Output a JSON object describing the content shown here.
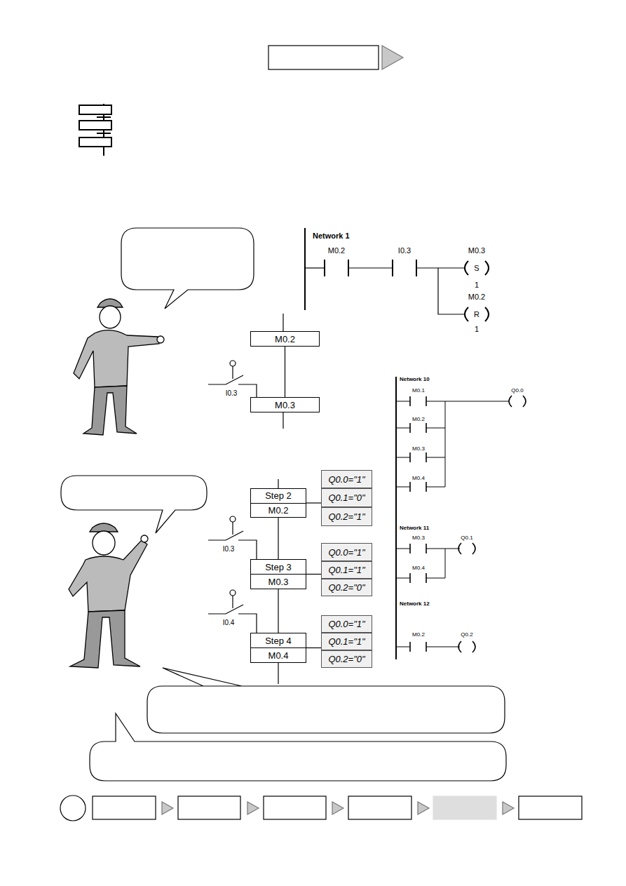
{
  "diagram": {
    "nodes": [
      {
        "text": [
          "M0.2"
        ]
      },
      {
        "text": [
          "M0.3"
        ]
      },
      {
        "text": [
          "Step 2",
          "M0.2"
        ]
      },
      {
        "text": [
          "Q0.0=\"1\""
        ]
      },
      {
        "text": [
          "Q0.1=\"0\""
        ]
      },
      {
        "text": [
          "Q0.2=\"1\""
        ]
      },
      {
        "text": [
          "Step 3",
          "M0.3"
        ]
      },
      {
        "text": [
          "Q0.0=\"1\""
        ]
      },
      {
        "text": [
          "Q0.1=\"1\""
        ]
      },
      {
        "text": [
          "Q0.2=\"0\""
        ]
      },
      {
        "text": [
          "Step 4",
          "M0.4"
        ]
      },
      {
        "text": [
          "Q0.0=\"1\""
        ]
      },
      {
        "text": [
          "Q0.1=\"1\""
        ]
      },
      {
        "text": [
          "Q0.2=\"0\""
        ]
      }
    ],
    "edges": [
      {
        "from": 0,
        "to": 1,
        "arrow": "none"
      },
      {
        "from": 2,
        "to": 4,
        "arrow": "none"
      },
      {
        "from": 2,
        "to": 6,
        "arrow": "none"
      },
      {
        "from": 6,
        "to": 8,
        "arrow": "none"
      },
      {
        "from": 6,
        "to": 10,
        "arrow": "none"
      },
      {
        "from": 10,
        "to": 12,
        "arrow": "none"
      }
    ],
    "labels": [
      "Network 1",
      "M0.2",
      "I0.3",
      "M0.3",
      "S",
      "1",
      "M0.2",
      "R",
      "1",
      "I0.3",
      "Network 10",
      "M0.1",
      "Q0.0",
      "M0.2",
      "M0.3",
      "M0.4",
      "I0.3",
      "I0.4",
      "Network 11",
      "M0.3",
      "Q0.1",
      "M0.4",
      "Network 12",
      "M0.2",
      "Q0.2"
    ]
  }
}
